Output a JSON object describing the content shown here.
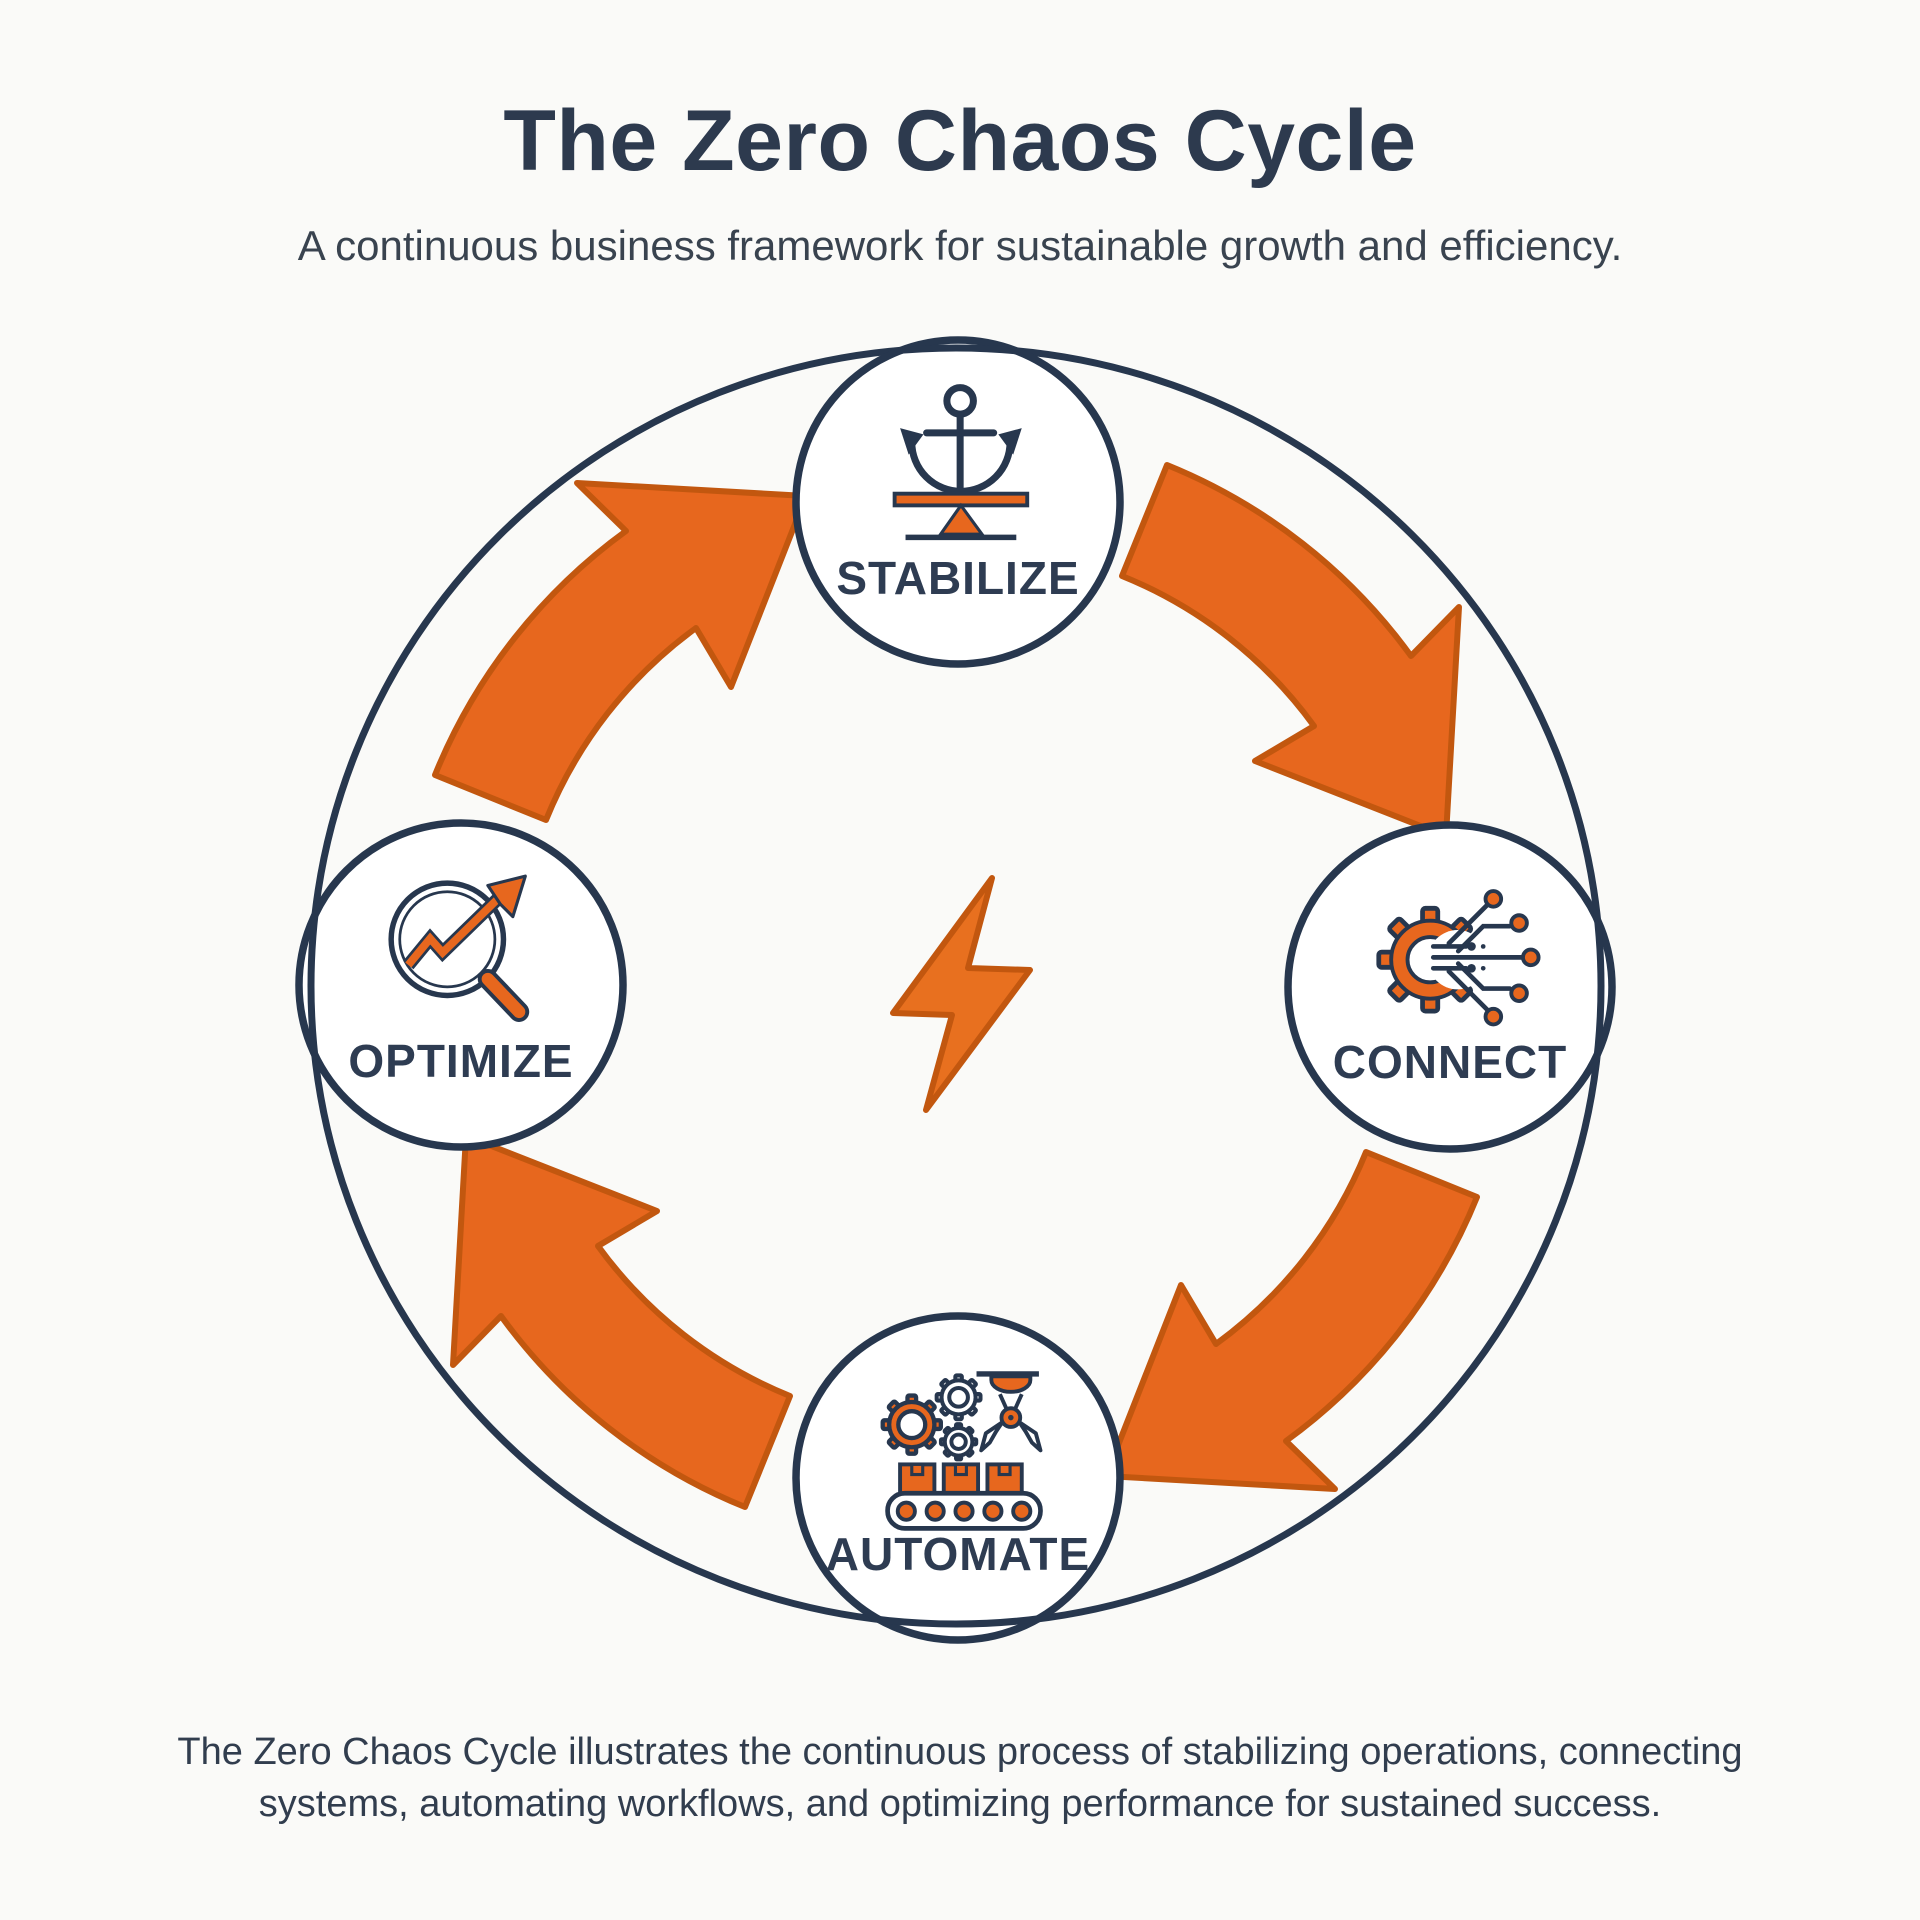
{
  "header": {
    "title": "The Zero Chaos Cycle",
    "subtitle": "A continuous business framework for sustainable growth and efficiency."
  },
  "diagram": {
    "name": "Zero Chaos Cycle",
    "direction": "clockwise",
    "center_icon": "lightning-bolt-icon",
    "arrow_count": 4,
    "nodes": [
      {
        "position": "top",
        "label": "STABILIZE",
        "icon": "anchor-balance-icon"
      },
      {
        "position": "right",
        "label": "CONNECT",
        "icon": "gear-circuit-icon"
      },
      {
        "position": "bottom",
        "label": "AUTOMATE",
        "icon": "conveyor-gears-robot-arm-icon"
      },
      {
        "position": "left",
        "label": "OPTIMIZE",
        "icon": "magnifier-growth-arrow-icon"
      }
    ]
  },
  "footer": {
    "description_lines": [
      "The Zero Chaos Cycle illustrates the continuous process of stabilizing operations, connecting",
      "systems, automating workflows, and optimizing performance for sustained success."
    ]
  },
  "colors": {
    "accent_orange": "#E7671E",
    "accent_orange_dark": "#C2570F",
    "navy": "#27374E",
    "text_navy": "#2E3C52",
    "background": "#FAFAF8",
    "node_fill": "#FFFFFF"
  }
}
